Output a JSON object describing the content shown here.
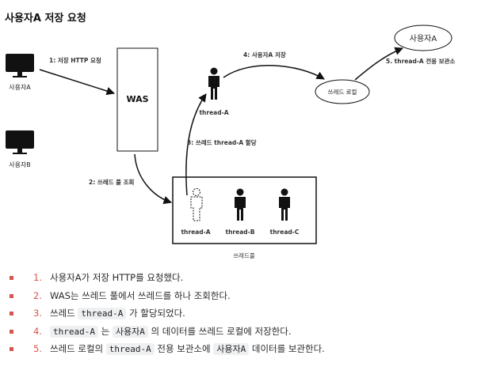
{
  "title": "사용자A 저장 요청",
  "diagram": {
    "user_a": "사용자A",
    "user_b": "사용자B",
    "was": "WAS",
    "edge1": "1: 저장 HTTP 요청",
    "edge2": "2: 쓰레드 풀 조회",
    "edge3": "3: 쓰레드 thread-A 할당",
    "edge4": "4: 사용자A 저장",
    "edge5": "5. thread-A 전용 보관소",
    "thread_local": "쓰레드 로컬",
    "user_a_data": "사용자A",
    "active_thread": "thread-A",
    "pool_threads": [
      "thread-A",
      "thread-B",
      "thread-C"
    ],
    "pool_label": "쓰레드풀"
  },
  "steps": [
    {
      "num": "1.",
      "parts": [
        {
          "t": "사용자A가 저장 HTTP를 요청했다."
        }
      ]
    },
    {
      "num": "2.",
      "parts": [
        {
          "t": "WAS는 쓰레드 풀에서 쓰레드를 하나 조회한다."
        }
      ]
    },
    {
      "num": "3.",
      "parts": [
        {
          "t": "쓰레드 "
        },
        {
          "t": "thread-A",
          "code": true
        },
        {
          "t": " 가 할당되었다."
        }
      ]
    },
    {
      "num": "4.",
      "parts": [
        {
          "t": "thread-A",
          "code": true
        },
        {
          "t": " 는 "
        },
        {
          "t": "사용자A",
          "code": true
        },
        {
          "t": " 의 데이터를 쓰레드 로컬에 저장한다."
        }
      ]
    },
    {
      "num": "5.",
      "parts": [
        {
          "t": "쓰레드 로컬의 "
        },
        {
          "t": "thread-A",
          "code": true
        },
        {
          "t": " 전용 보관소에 "
        },
        {
          "t": "사용자A",
          "code": true
        },
        {
          "t": " 데이터를 보관한다."
        }
      ]
    }
  ]
}
